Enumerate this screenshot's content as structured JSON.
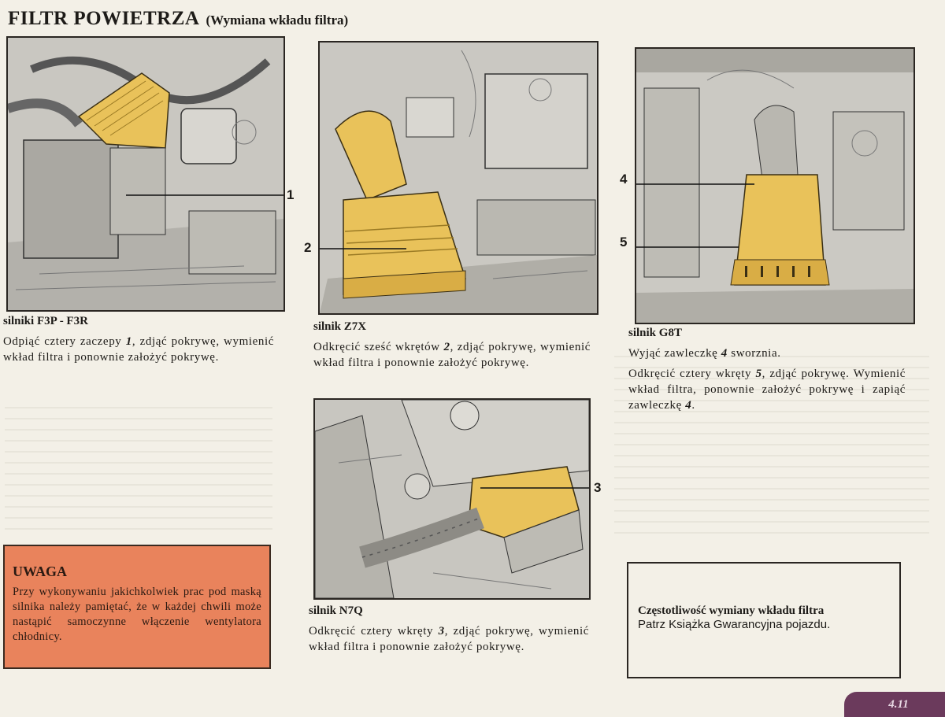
{
  "page": {
    "title": "FILTR POWIETRZA",
    "subtitle": "(Wymiana wkładu filtra)",
    "page_number": "4.11"
  },
  "sections": [
    {
      "callouts": [
        "1"
      ],
      "engine": "silniki F3P - F3R",
      "paragraphs": [
        [
          "Odpiąć cztery zaczepy ",
          "1",
          ", zdjąć pokrywę, wymienić wkład filtra i ponownie założyć pokrywę."
        ]
      ]
    },
    {
      "callouts": [
        "2"
      ],
      "engine": "silnik Z7X",
      "paragraphs": [
        [
          "Odkręcić sześć wkrętów ",
          "2",
          ", zdjąć pokrywę, wymienić wkład filtra i ponownie założyć pokrywę."
        ]
      ]
    },
    {
      "callouts": [
        "4",
        "5"
      ],
      "engine": "silnik G8T",
      "paragraphs": [
        [
          "Wyjąć zawleczkę ",
          "4",
          " sworznia."
        ],
        [
          "Odkręcić cztery wkręty ",
          "5",
          ", zdjąć pokrywę. Wymienić wkład filtra, ponownie założyć pokrywę i zapiąć zawleczkę ",
          "4",
          "."
        ]
      ]
    },
    {
      "callouts": [
        "3"
      ],
      "engine": "silnik N7Q",
      "paragraphs": [
        [
          "Odkręcić cztery wkręty ",
          "3",
          ", zdjąć pokrywę, wymienić wkład filtra i ponownie założyć pokrywę."
        ]
      ]
    }
  ],
  "warning": {
    "heading": "UWAGA",
    "text": "Przy wykonywaniu jakichkolwiek prac pod maską silnika należy pamiętać, że w każdej chwili może nastąpić samoczynne włączenie wentylatora chłodnicy."
  },
  "interval": {
    "heading": "Częstotliwość wymiany wkładu filtra",
    "text": "Patrz Książka Gwarancyjna pojazdu."
  },
  "colors": {
    "filter_yellow": "#e9c25a",
    "warning_bg": "#e9835c",
    "page_tab": "#6b3a5c"
  }
}
